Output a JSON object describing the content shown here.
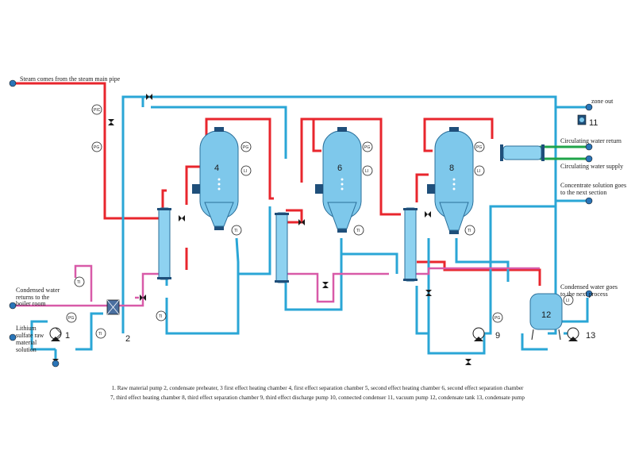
{
  "labels": {
    "steam_in": "Steam comes from the steam main pipe",
    "condensed_return_1": "Condensed water",
    "condensed_return_2": "returns to the",
    "condensed_return_3": "boiler room",
    "raw_1": "Lithium",
    "raw_2": "sulfate raw",
    "raw_3": "material",
    "raw_4": "solution",
    "zone_out": "zone out",
    "circ_return": "Circulating water return",
    "circ_supply": "Circulating water supply",
    "concentrate_1": "Concentrate solution goes",
    "concentrate_2": "to the next section",
    "condensed_next_1": "Condensed water goes",
    "condensed_next_2": "to the next process"
  },
  "numbers": {
    "n1": "1",
    "n2": "2",
    "n4": "4",
    "n6": "6",
    "n8": "8",
    "n9": "9",
    "n11": "11",
    "n12": "12",
    "n13": "13"
  },
  "instruments": {
    "pg": "PG",
    "ti": "TI",
    "li": "LI",
    "pic": "PIC",
    "ti2": "TI"
  },
  "legend": {
    "line1": "1. Raw material pump 2, condensate preheater, 3 first effect heating chamber 4, first effect separation chamber 5, second effect heating chamber 6, second effect separation chamber",
    "line2": "7, third effect heating chamber 8, third effect separation chamber 9, third effect discharge pump 10, connected condenser 11, vacuum pump 12, condensate tank 13, condensate pump"
  },
  "colors": {
    "steam": "#e8262d",
    "water": "#2aa6d6",
    "condensate": "#d85aa8",
    "cooling": "#1fa44a",
    "vessel": "#7ec8eb"
  }
}
